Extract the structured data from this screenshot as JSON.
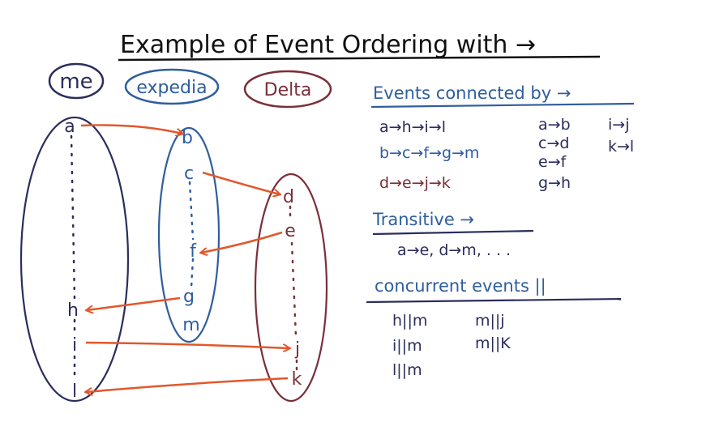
{
  "title": "Example of Event Ordering with →",
  "processes": {
    "me": {
      "label": "me",
      "events": [
        "a",
        "h",
        "i",
        "l"
      ]
    },
    "expedia": {
      "label": "expedia",
      "events": [
        "b",
        "c",
        "f",
        "g",
        "m"
      ]
    },
    "delta": {
      "label": "Delta",
      "events": [
        "d",
        "e",
        "j",
        "k"
      ]
    }
  },
  "sections": {
    "connected": {
      "heading": "Events connected by →",
      "chains": [
        "a→h→i→l",
        "b→c→f→g→m",
        "d→e→j→k"
      ],
      "pairs_col1": [
        "a→b",
        "c→d",
        "e→f",
        "g→h"
      ],
      "pairs_col2": [
        "i→j",
        "k→l"
      ]
    },
    "transitive": {
      "heading": "Transitive →",
      "examples": "a→e, d→m, . . ."
    },
    "concurrent": {
      "heading": "concurrent events ||",
      "col1": [
        "h||m",
        "i||m",
        "l||m"
      ],
      "col2": [
        "m||j",
        "m||K"
      ]
    }
  },
  "colors": {
    "me": "#2b2d5c",
    "expedia": "#2f5e9e",
    "delta": "#7a2f3a",
    "arrow": "#e2572b",
    "title": "#111111"
  }
}
